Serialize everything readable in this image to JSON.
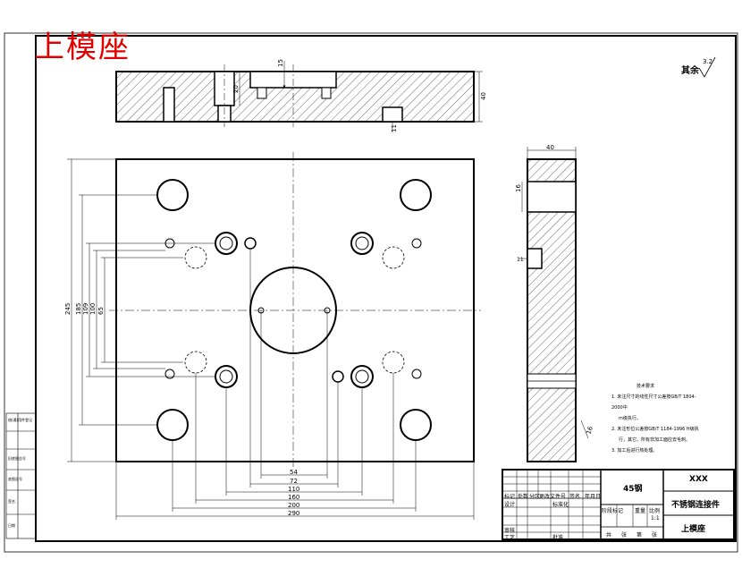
{
  "title": "上模座",
  "roughness": {
    "label": "其余",
    "value": "3.2"
  },
  "dimensions": {
    "d15": "15",
    "d20": "20",
    "d11a": "11",
    "d40": "40",
    "w40": "40",
    "d16": "16",
    "d11b": "11",
    "d16b": "16",
    "v245": "245",
    "v185": "185",
    "v109": "109",
    "v100": "100",
    "v65": "65",
    "h54": "54",
    "h72": "72",
    "h110": "110",
    "h160": "160",
    "h200": "200",
    "h290": "290"
  },
  "requirements": {
    "heading": "技术要求",
    "line1": "1. 未注尺寸的线性尺寸公差按GB/T 1804-2000中",
    "line1b": "m级执行。",
    "line2": "2. 未注形位公差按GB/T 1184-1996 H级执",
    "line2b": "行，其它，所有非加工面应去毛刺。",
    "line3": "3. 加工后进行热处理。"
  },
  "titleblock": {
    "material": "45钢",
    "company": "XXX",
    "product": "不锈钢连接件",
    "part": "上模座",
    "scale": "1:1",
    "row_labels": [
      "标记",
      "处数",
      "分区",
      "更改文件号",
      "签名",
      "年月日"
    ],
    "design": "设计",
    "standard": "标准化",
    "audit": "审核",
    "craft": "工艺",
    "approve": "批准",
    "stage_cols": [
      "阶段标记",
      "重量",
      "比例"
    ],
    "sheet_cols": [
      "共",
      "张",
      "第",
      "张"
    ]
  },
  "sidebar": [
    "借(通)用件登记",
    "旧底图总号",
    "底图总号",
    "签名",
    "日期"
  ]
}
